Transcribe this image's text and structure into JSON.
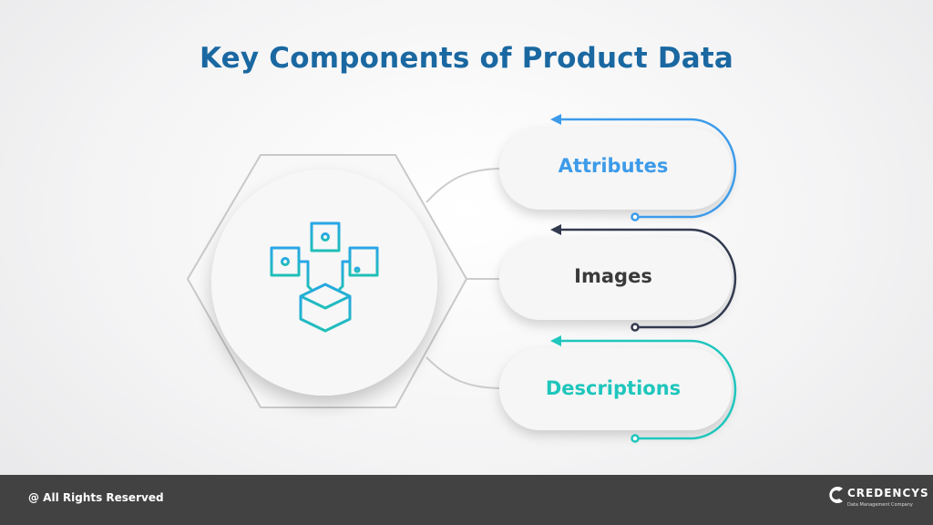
{
  "title": "Key Components of Product Data",
  "components": [
    {
      "label": "Attributes",
      "color": "#3d9be9"
    },
    {
      "label": "Images",
      "color": "#333a4f"
    },
    {
      "label": "Descriptions",
      "color": "#1fc6bc"
    }
  ],
  "center_icon": "product-data-network-icon",
  "footer": {
    "copyright": "@ All Rights Reserved",
    "brand_name": "CREDENCYS",
    "brand_tagline": "Data Management Company"
  }
}
